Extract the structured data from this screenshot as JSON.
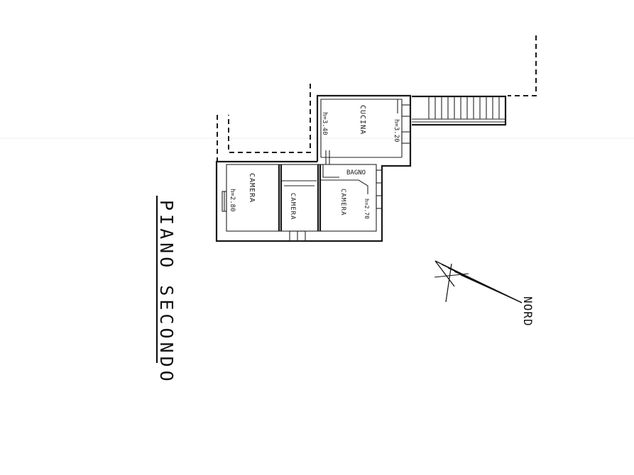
{
  "drawing": {
    "title": "PIANO SECONDO",
    "north_label": "NORD"
  },
  "rooms": {
    "cucina": {
      "name": "CUCINA",
      "height": "h=3.40",
      "height2": "h=3.20"
    },
    "camera1": {
      "name": "CAMERA",
      "height": "h=2.80"
    },
    "camera2": {
      "name": "CAMERA"
    },
    "camera3": {
      "name": "CAMERA",
      "height": "h=2.70"
    },
    "bagno": {
      "name": "BAGNO"
    }
  },
  "colors": {
    "ink": "#1a1a1a",
    "paper": "#ffffff"
  }
}
